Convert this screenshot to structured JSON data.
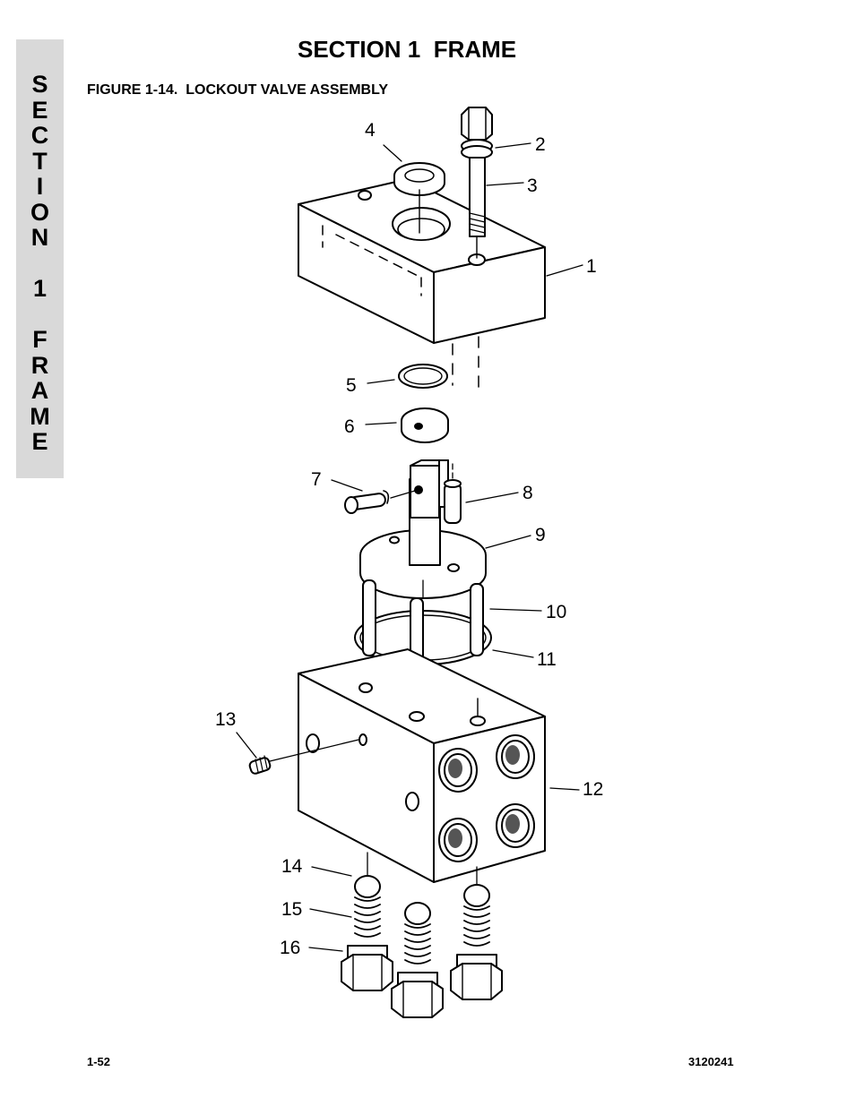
{
  "section_tab": {
    "letters": [
      "S",
      "E",
      "C",
      "T",
      "I",
      "O",
      "N",
      "",
      "1",
      "",
      "F",
      "R",
      "A",
      "M",
      "E"
    ]
  },
  "header": {
    "title": "SECTION 1  FRAME"
  },
  "figure": {
    "caption": "FIGURE 1-14.  LOCKOUT VALVE ASSEMBLY",
    "callouts": [
      "1",
      "2",
      "3",
      "4",
      "5",
      "6",
      "7",
      "8",
      "9",
      "10",
      "11",
      "12",
      "13",
      "14",
      "15",
      "16"
    ]
  },
  "footer": {
    "page_number": "1-52",
    "doc_number": "3120241"
  }
}
